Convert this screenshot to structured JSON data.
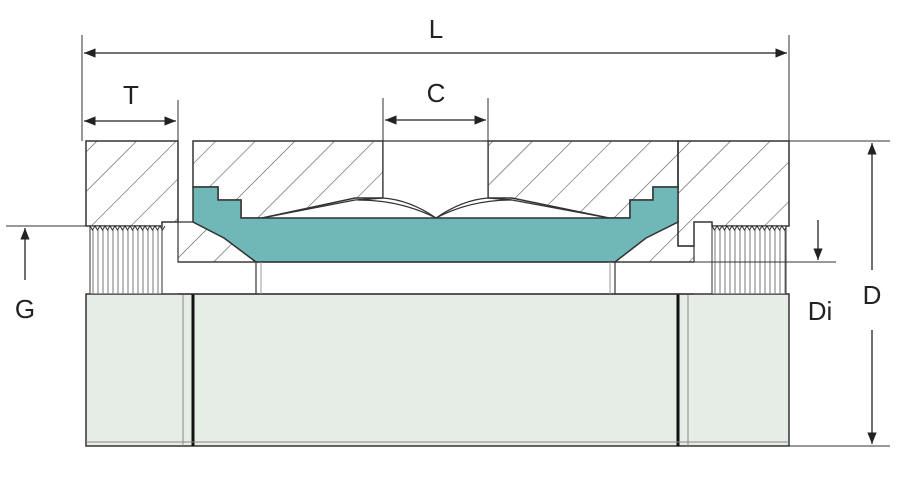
{
  "labels": {
    "L": "L",
    "T": "T",
    "C": "C",
    "G": "G",
    "Di": "Di",
    "D": "D"
  },
  "colors": {
    "insert": "#6fb8b7",
    "body": "#e6ece6",
    "line": "#333333",
    "hatch": "#666666",
    "background": "#ffffff"
  }
}
